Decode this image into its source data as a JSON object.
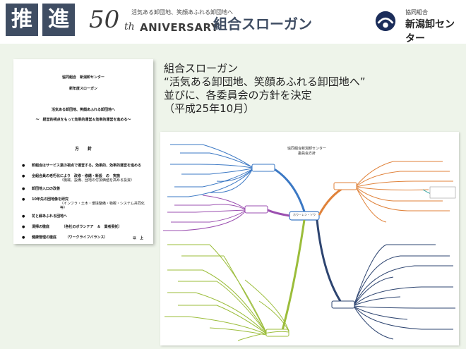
{
  "header": {
    "tag_1": "推",
    "tag_2": "進",
    "anniversary_number": "50",
    "anniversary_th": "th",
    "anniversary_word": "ANIVERSARY",
    "anniversary_motto": "活気ある卸団地、笑顔あふれる卸団地へ",
    "title": "組合スローガン",
    "logo_small": "協同組合",
    "logo_big": "新潟卸センター"
  },
  "document": {
    "org": "協同組合　新潟卸センター",
    "year": "新年度スローガン",
    "slogan": "活気ある卸団地、笑顔あふれる卸団地へ",
    "sub": "～　経営的視点をもって効果的運営＆効率的運営を進める～",
    "policy_heading": "方　　針",
    "items": [
      {
        "text": "卸組合はサービス業の視点で運営する。効果的、効率的運営を進める",
        "note": ""
      },
      {
        "text": "全組合員の老朽化により　改修・修繕・新設　の　実施",
        "note": "（機械、設備、団地の付加価値を高める投資）"
      },
      {
        "text": "卸団地入口の改善",
        "note": ""
      },
      {
        "text": "10年先の団地像を研究",
        "note": "（インフラ・土木・環境整備・物販・システム共同化等）"
      },
      {
        "text": "花と緑あふれる団地へ",
        "note": ""
      },
      {
        "text": "清掃の徹底　　　　（各社のボランテア　＆　業者委託）",
        "note": ""
      },
      {
        "text": "健康管理の徹底　　　（ワークライフバランス）",
        "note": ""
      }
    ],
    "bullet": "●",
    "end": "以　上"
  },
  "slogan_text": {
    "line1": "組合スローガン",
    "line2": "“活気ある卸団地、笑顔あふれる卸団地へ”",
    "line3": "並びに、各委員会の方針を決定",
    "line4": "（平成25年10月）"
  },
  "mindmap": {
    "title_line1": "協同組合新潟卸センター",
    "title_line2": "委員会方針",
    "center": "ホウ・レン・ソウ",
    "colors": {
      "blue": "#3b78c4",
      "orange": "#e0823a",
      "purple": "#9b4fb0",
      "green": "#9bbd3a",
      "navy": "#2d4470",
      "teal": "#2aa3a3"
    }
  }
}
